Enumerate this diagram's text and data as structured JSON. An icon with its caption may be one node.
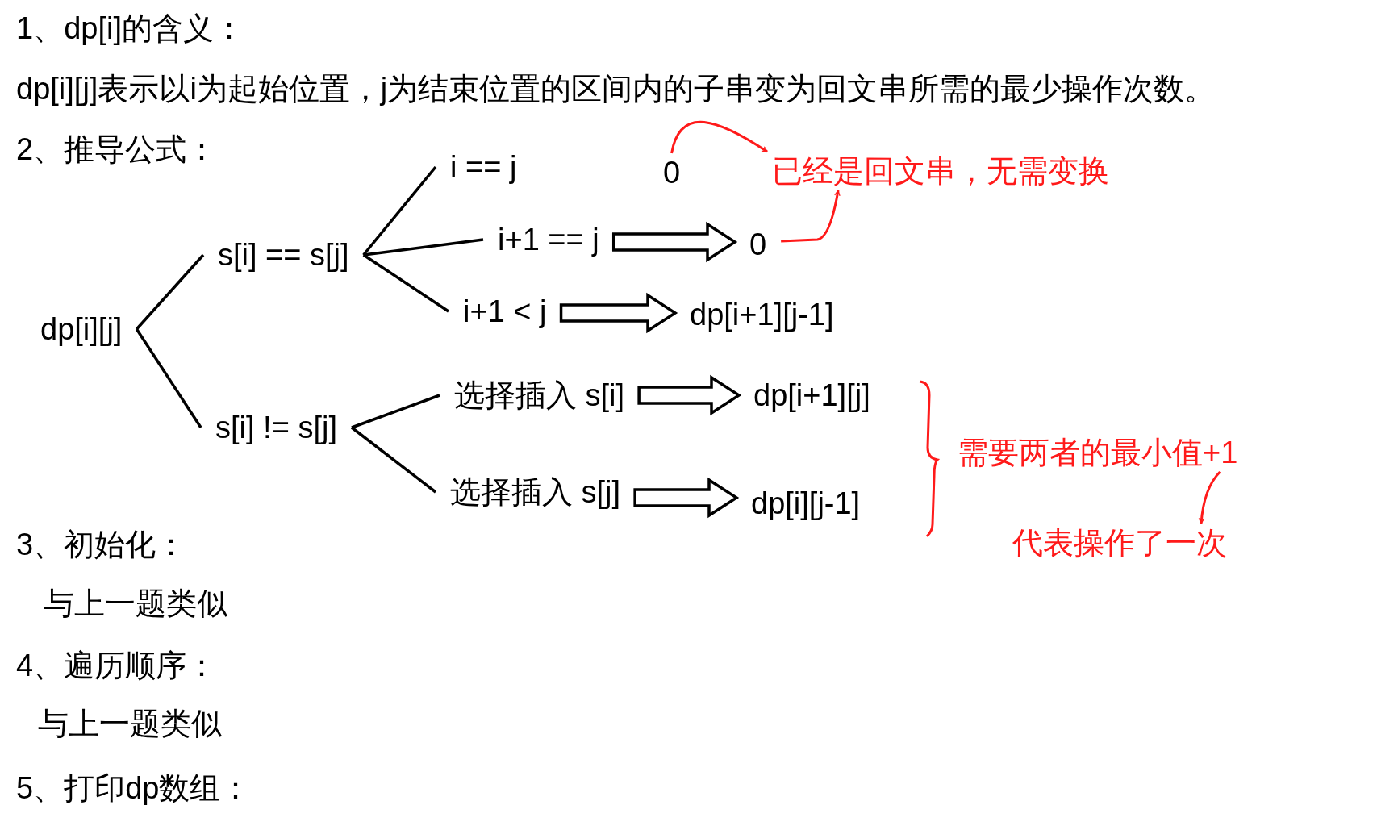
{
  "diagram": {
    "nodes": [
      {
        "text": [
          "dp[i][j]"
        ]
      },
      {
        "text": [
          "s[i] == s[j]"
        ]
      },
      {
        "text": [
          "s[i] != s[j]"
        ]
      },
      {
        "text": [
          "i == j"
        ]
      },
      {
        "text": [
          "0"
        ]
      },
      {
        "text": [
          "i+1 == j"
        ]
      },
      {
        "text": [
          "0"
        ]
      },
      {
        "text": [
          "i+1 < j"
        ]
      },
      {
        "text": [
          "dp[i+1][j-1]"
        ]
      },
      {
        "text": [
          "选择插入 s[i]"
        ]
      },
      {
        "text": [
          "dp[i+1][j]"
        ]
      },
      {
        "text": [
          "选择插入 s[j]"
        ]
      },
      {
        "text": [
          "dp[i][j-1]"
        ]
      },
      {
        "text": [
          "已经是回文串，无需变换"
        ]
      },
      {
        "text": [
          "需要两者的最小值+1"
        ]
      },
      {
        "text": [
          "代表操作了一次"
        ]
      }
    ],
    "edges": [
      {
        "from": 0,
        "to": 1,
        "arrow": "none"
      },
      {
        "from": 0,
        "to": 2,
        "arrow": "none"
      },
      {
        "from": 1,
        "to": 3,
        "arrow": "none"
      },
      {
        "from": 1,
        "to": 5,
        "arrow": "none"
      },
      {
        "from": 1,
        "to": 7,
        "arrow": "none"
      },
      {
        "from": 2,
        "to": 9,
        "arrow": "none"
      },
      {
        "from": 2,
        "to": 11,
        "arrow": "none"
      },
      {
        "from": 5,
        "to": 6,
        "arrow": "to"
      },
      {
        "from": 7,
        "to": 8,
        "arrow": "to"
      },
      {
        "from": 9,
        "to": 10,
        "arrow": "to"
      },
      {
        "from": 11,
        "to": 12,
        "arrow": "to"
      },
      {
        "from": 4,
        "to": 13,
        "arrow": "to",
        "color": "#ff1a1a"
      },
      {
        "from": 6,
        "to": 13,
        "arrow": "to",
        "color": "#ff1a1a"
      },
      {
        "from": 14,
        "to": 15,
        "arrow": "to",
        "color": "#ff1a1a"
      }
    ],
    "labels": [
      "1、dp[i]的含义：",
      "dp[i][j]表示以i为起始位置，j为结束位置的区间内的子串变为回文串所需的最少操作次数。",
      "2、推导公式：",
      "3、初始化：",
      "与上一题类似",
      "4、遍历顺序：",
      "与上一题类似",
      "5、打印dp数组："
    ]
  }
}
